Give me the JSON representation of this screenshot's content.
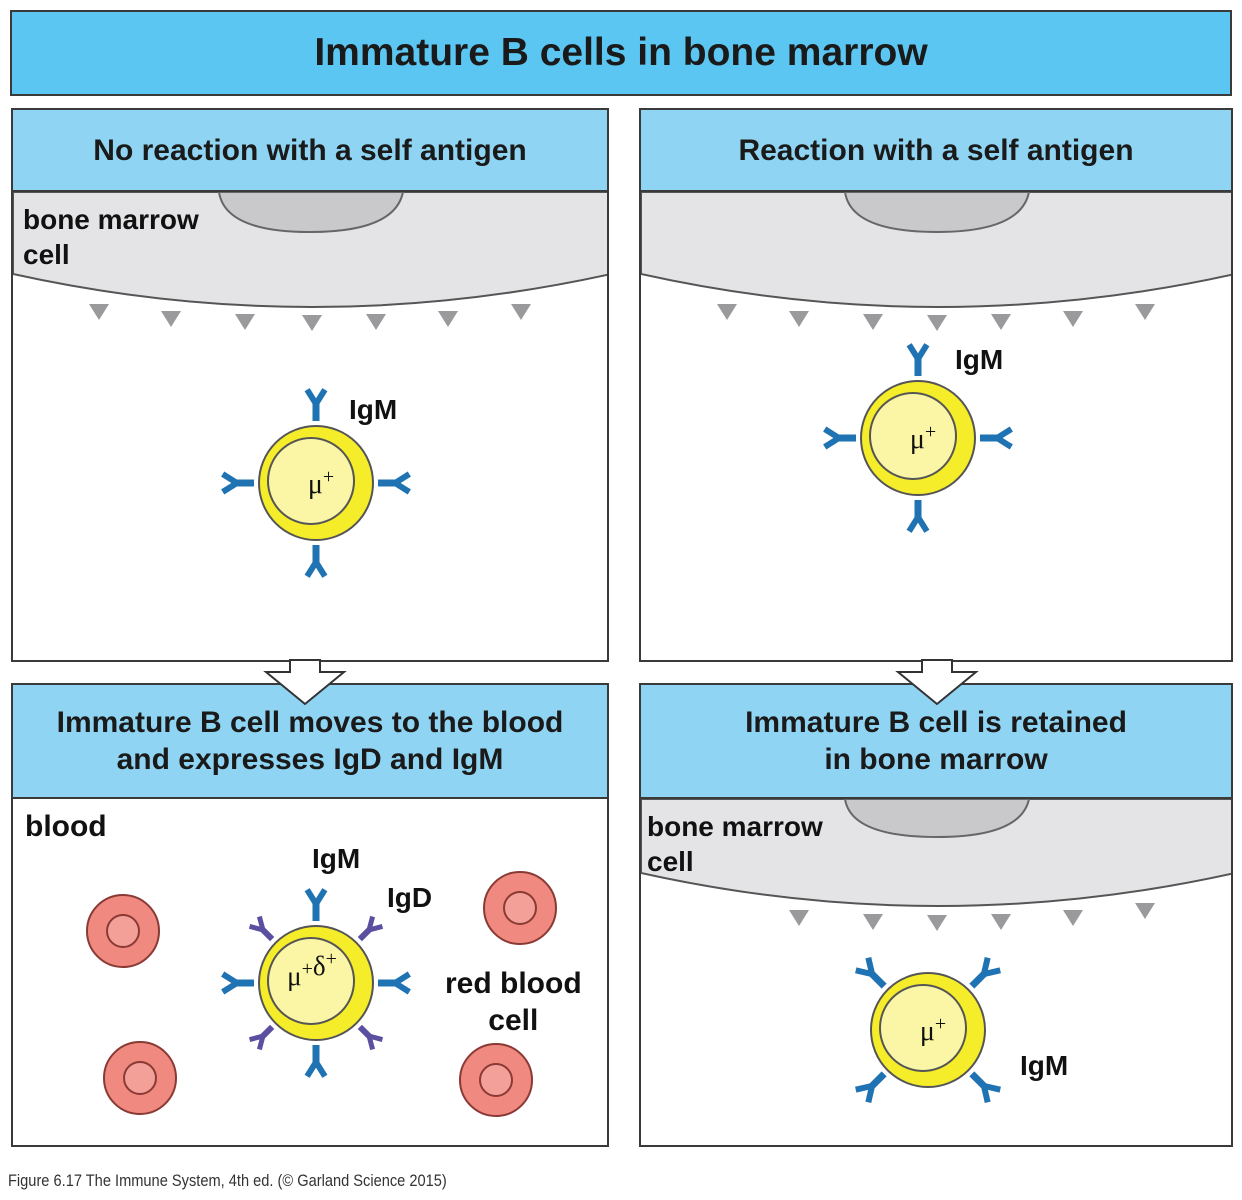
{
  "title": "Immature B cells in bone marrow",
  "panels": {
    "top_left": {
      "header": "No reaction with a self antigen",
      "cell_label": "bone marrow\ncell",
      "igm_label": "IgM",
      "cell_marker": "μ+"
    },
    "top_right": {
      "header": "Reaction with a self antigen",
      "igm_label": "IgM",
      "cell_marker": "μ+"
    },
    "bottom_left": {
      "header": "Immature B cell moves to the blood\nand expresses IgD and IgM",
      "region_label": "blood",
      "igm_label": "IgM",
      "igd_label": "IgD",
      "rbc_label": "red blood\ncell",
      "cell_marker": "μ+δ+"
    },
    "bottom_right": {
      "header": "Immature B cell is retained\nin bone marrow",
      "cell_label": "bone marrow\ncell",
      "igm_label": "IgM",
      "cell_marker": "μ+"
    }
  },
  "caption": "Figure 6.17  The Immune System, 4th ed. (© Garland Science 2015)",
  "colors": {
    "header_bg": "#8fd5f3",
    "title_bg": "#5bc6f2",
    "bone_marrow": "#e4e4e6",
    "antigen": "#9a9a9c",
    "b_cell": "#f5ec2a",
    "igm": "#1f73b3",
    "igd": "#5b4fa0",
    "rbc": "#f08a80"
  }
}
